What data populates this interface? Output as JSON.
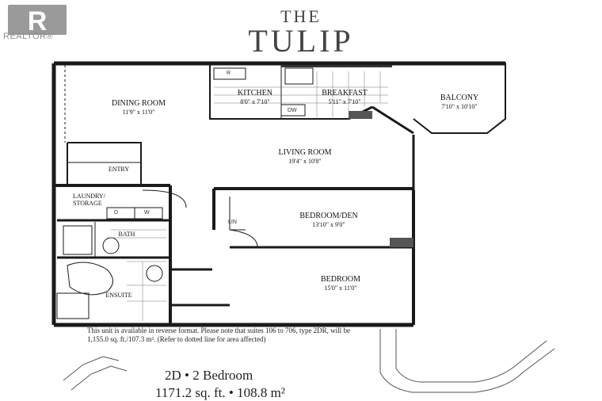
{
  "brand": {
    "logo_text": "REALTOR®"
  },
  "title": {
    "line1": "THE",
    "line2": "TULIP"
  },
  "rooms": {
    "dining": {
      "name": "DINING ROOM",
      "dim": "11'9\" x 11'0\""
    },
    "kitchen": {
      "name": "KITCHEN",
      "dim": "8'0\" x 7'10\""
    },
    "breakfast": {
      "name": "BREAKFAST",
      "dim": "5'11\" x 7'10\""
    },
    "balcony": {
      "name": "BALCONY",
      "dim": "7'10\" x 10'10\""
    },
    "living": {
      "name": "LIVING ROOM",
      "dim": "19'4\" x 10'8\""
    },
    "entry": {
      "name": "ENTRY"
    },
    "laundry": {
      "name": "LAUNDRY/ STORAGE"
    },
    "bath": {
      "name": "BATH"
    },
    "ensuite": {
      "name": "ENSUITE"
    },
    "den": {
      "name": "BEDROOM/DEN",
      "dim": "13'10\" x 9'0\""
    },
    "bedroom": {
      "name": "BEDROOM",
      "dim": "15'0\" x 11'0\""
    }
  },
  "fixtures": {
    "dryer": "D",
    "washer": "W",
    "dishwasher": "DW",
    "fridge": "R",
    "linen": "LIN"
  },
  "note": "This unit is available in reverse format. Please note that suites 106 to 706, type 2DR, will be 1,155.0 sq. ft./107.3 m². (Refer to dotted line for area affected)",
  "unit": {
    "type": "2D • 2 Bedroom",
    "area": "1171.2 sq. ft. • 108.8 m²"
  }
}
